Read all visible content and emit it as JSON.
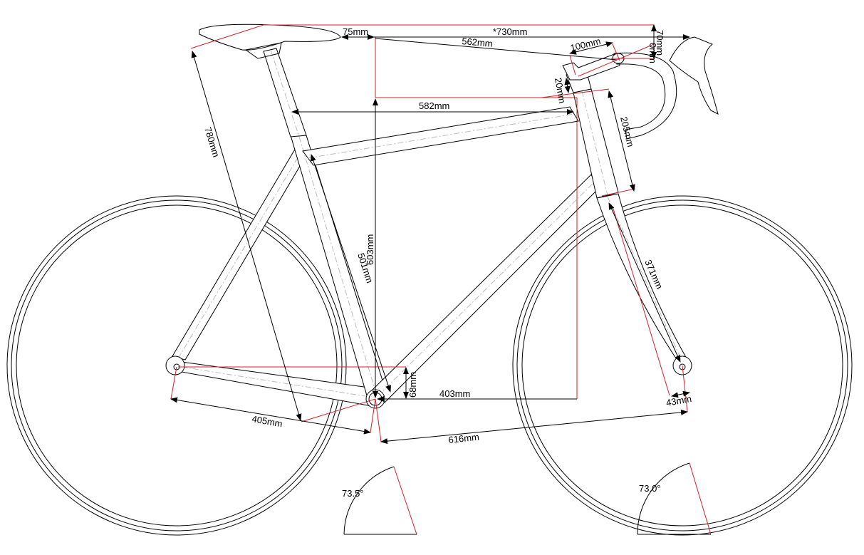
{
  "labels": {
    "seat_height": "780mm",
    "reach_total": "*730mm",
    "setback": "75mm",
    "saddle_to_bar": "562mm",
    "stem_length": "100mm",
    "drop_0": "0mm",
    "drop_70": "70mm",
    "spacer": "20mm",
    "head_tube": "205mm",
    "top_tube": "582mm",
    "stack": "603mm",
    "seat_tube": "501mm",
    "fork_length": "371mm",
    "bb_drop": "68mm",
    "front_center_horiz": "403mm",
    "chainstay": "405mm",
    "front_center": "616mm",
    "fork_offset": "43mm",
    "seat_angle": "73.5°",
    "head_angle": "73.0°"
  },
  "colors": {
    "frame_lines": "#000000",
    "reference_lines": "#d0202a",
    "centerlines": "#bbbbbb"
  }
}
